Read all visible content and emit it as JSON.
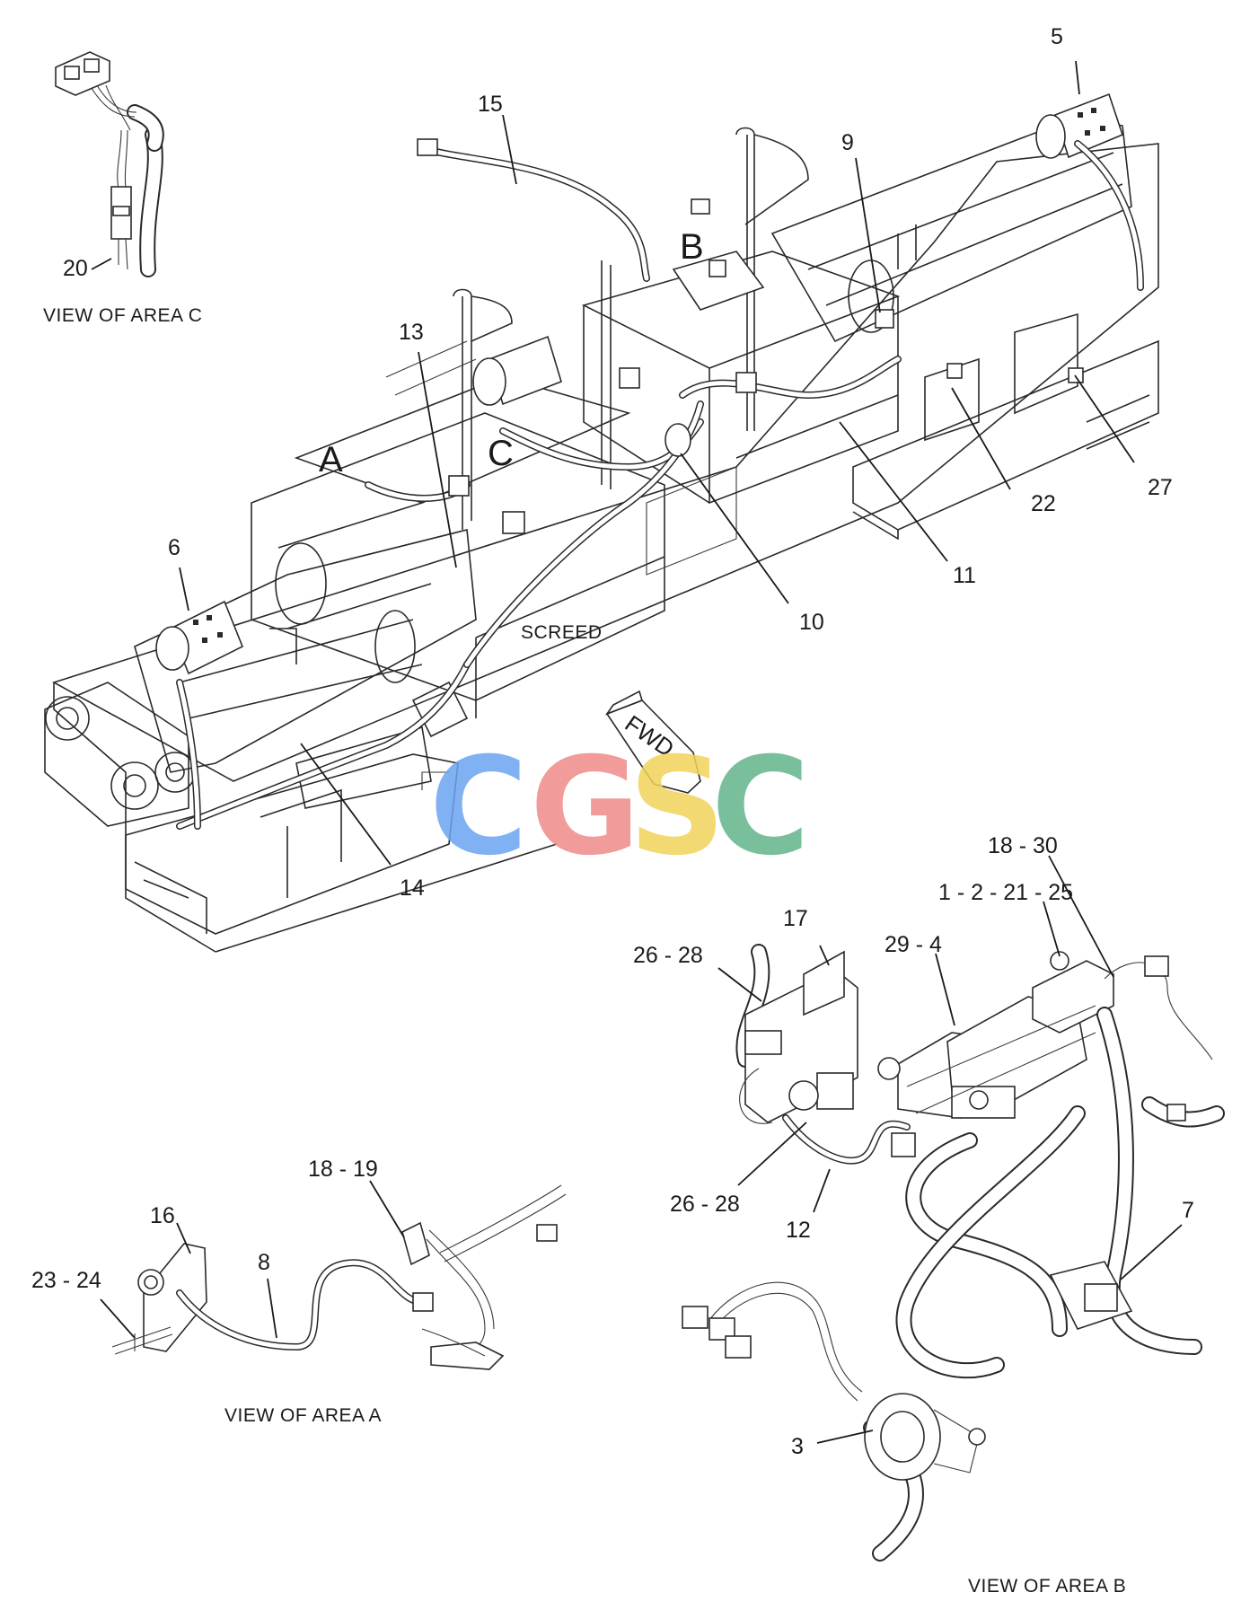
{
  "labels": {
    "n20": "20",
    "n15": "15",
    "n5": "5",
    "n9": "9",
    "n13": "13",
    "n6": "6",
    "n10": "10",
    "n11": "11",
    "n22": "22",
    "n27": "27",
    "n14": "14",
    "n17": "17",
    "n26_28_top": "26 - 28",
    "n29_4": "29 - 4",
    "n1_2_21_25": "1 - 2 - 21 - 25",
    "n18_30": "18 - 30",
    "n26_28_bottom": "26 - 28",
    "n12": "12",
    "n7": "7",
    "n3": "3",
    "n16": "16",
    "n23_24": "23 - 24",
    "n8": "8",
    "n18_19": "18 - 19"
  },
  "area_letters": {
    "a": "A",
    "b": "B",
    "c": "C"
  },
  "captions": {
    "view_c": "VIEW OF AREA  C",
    "view_a": "VIEW OF AREA  A",
    "view_b": "VIEW OF AREA  B",
    "screed": "SCREED",
    "fwd": "FWD"
  },
  "watermark": {
    "letters": [
      "C",
      "G",
      "S",
      "C"
    ],
    "colors": [
      "#6aa4f0",
      "#f08a8a",
      "#f2d35a",
      "#62b48a"
    ]
  }
}
